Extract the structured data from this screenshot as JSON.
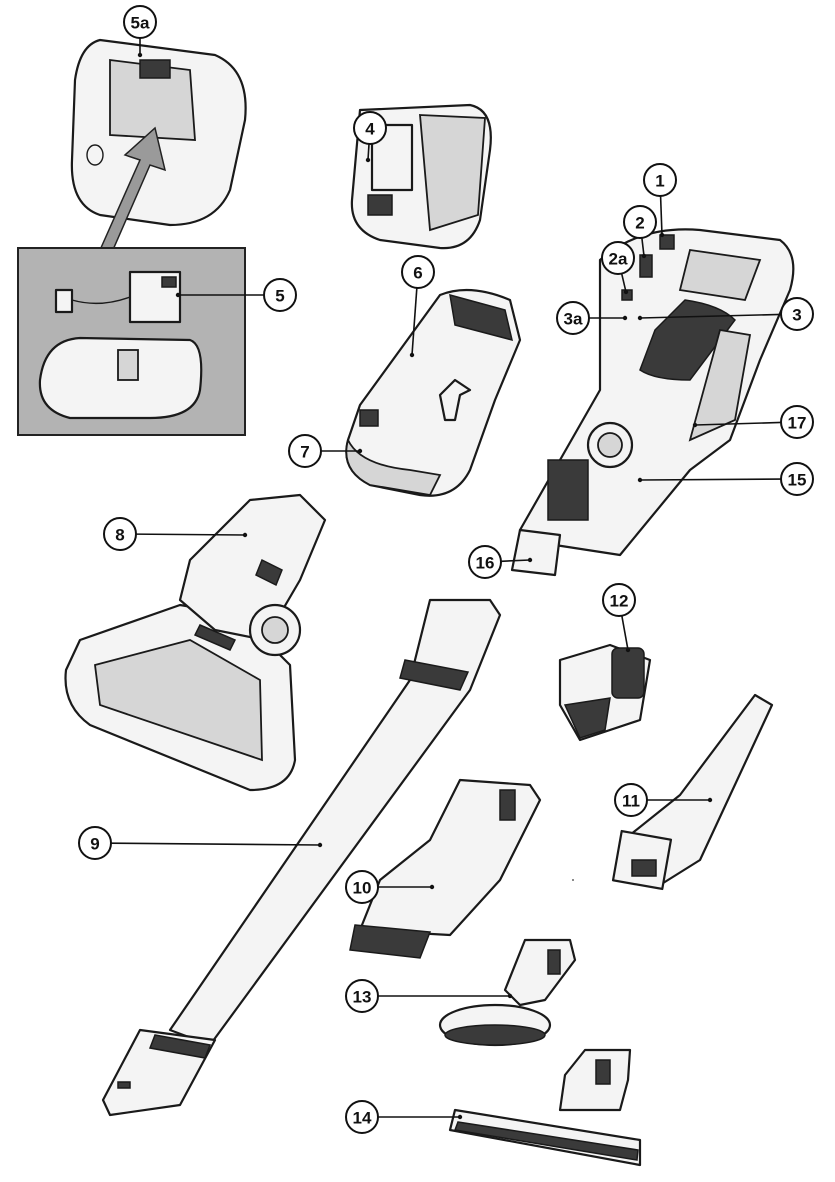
{
  "labels": [
    "5a",
    "4",
    "1",
    "2",
    "2a",
    "3a",
    "3",
    "5",
    "6",
    "7",
    "17",
    "15",
    "8",
    "16",
    "12",
    "9",
    "11",
    "10",
    "13",
    "14"
  ]
}
